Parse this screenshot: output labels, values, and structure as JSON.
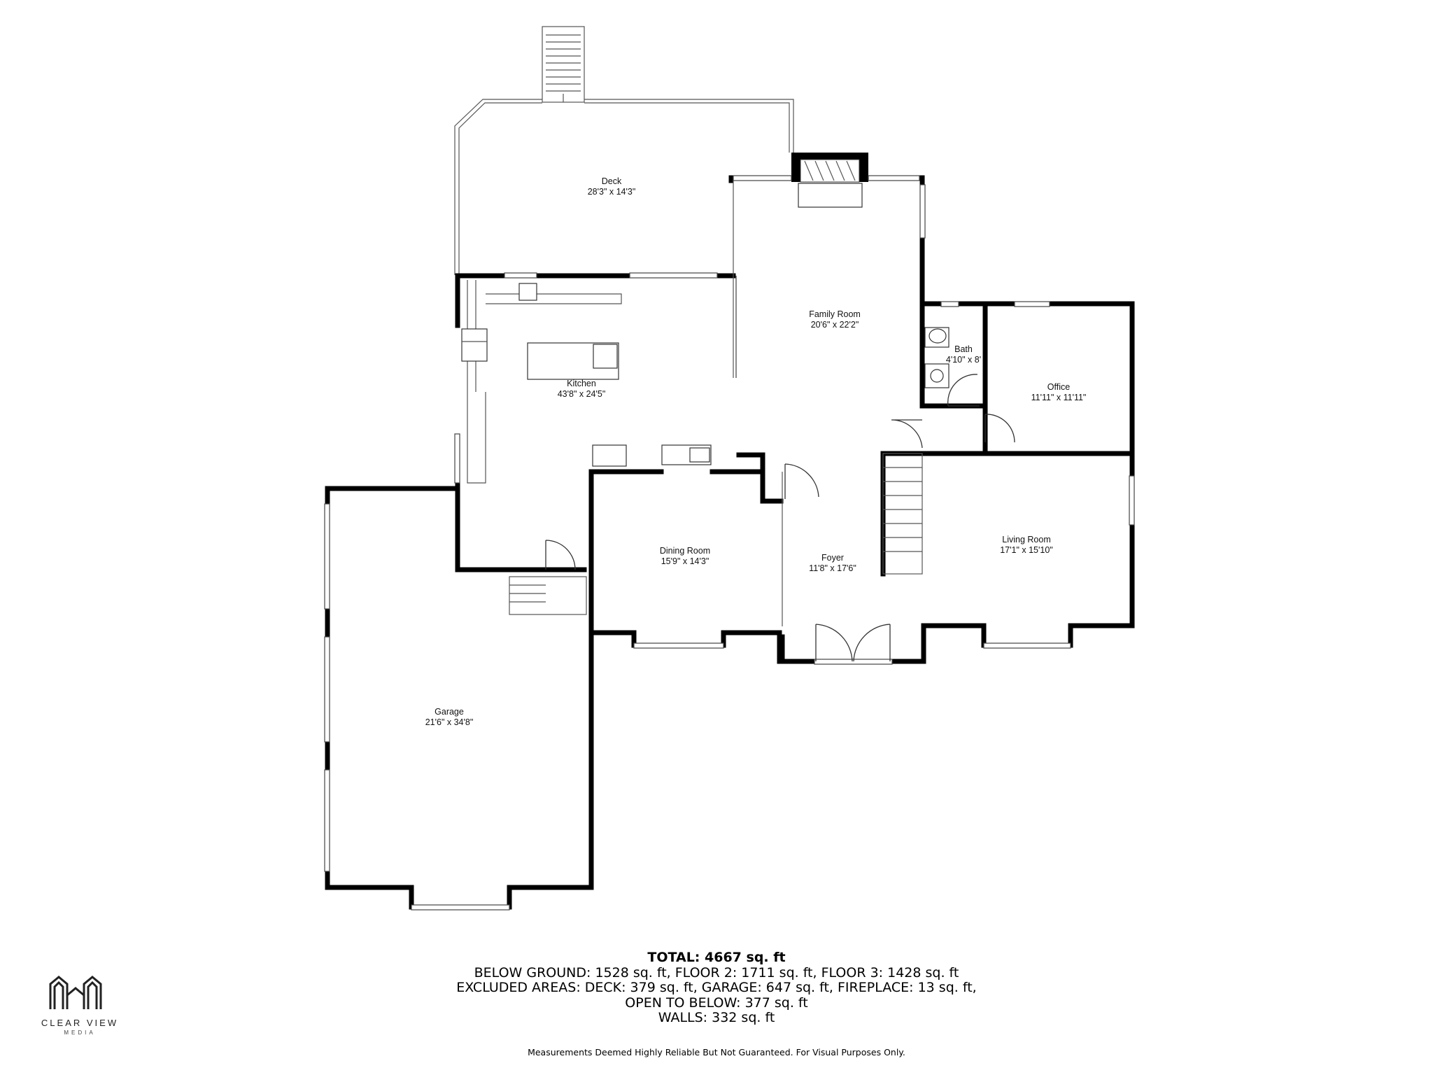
{
  "rooms": [
    {
      "name": "Deck",
      "dims": "28'3\" x 14'3\""
    },
    {
      "name": "Family Room",
      "dims": "20'6\" x 22'2\""
    },
    {
      "name": "Kitchen",
      "dims": "43'8\" x 24'5\""
    },
    {
      "name": "Bath",
      "dims": "4'10\" x 8'"
    },
    {
      "name": "Office",
      "dims": "11'11\" x 11'11\""
    },
    {
      "name": "Dining Room",
      "dims": "15'9\" x 14'3\""
    },
    {
      "name": "Foyer",
      "dims": "11'8\" x 17'6\""
    },
    {
      "name": "Living Room",
      "dims": "17'1\" x 15'10\""
    },
    {
      "name": "Garage",
      "dims": "21'6\" x 34'8\""
    }
  ],
  "summary": {
    "total": "TOTAL: 4667 sq. ft",
    "line1": "BELOW GROUND: 1528 sq. ft, FLOOR 2: 1711 sq. ft, FLOOR 3: 1428 sq. ft",
    "line2": "EXCLUDED AREAS: DECK: 379 sq. ft, GARAGE: 647 sq. ft, FIREPLACE: 13 sq. ft,",
    "line3": "OPEN TO BELOW: 377 sq. ft",
    "line4": "WALLS: 332 sq. ft"
  },
  "disclaimer": "Measurements Deemed Highly Reliable But Not Guaranteed. For Visual Purposes Only.",
  "logo": {
    "name": "CLEAR VIEW",
    "sub": "MEDIA"
  }
}
